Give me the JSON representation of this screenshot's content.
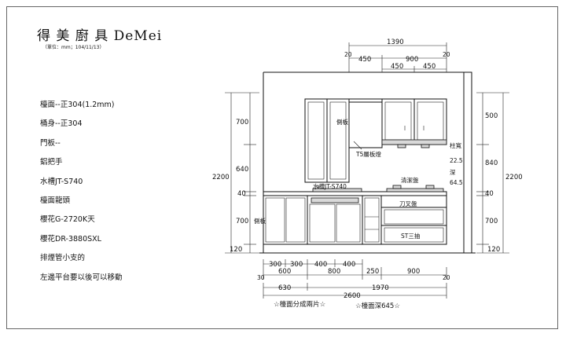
{
  "header": {
    "title": "得 美 廚 具 DeMei",
    "subtitle": "（單位：mm；104/11/13）"
  },
  "specs": [
    "檯面--正304(1.2mm)",
    "桶身--正304",
    "門板--",
    "鋁把手",
    "水槽JT-S740",
    "檯面龍頭",
    "櫻花G-2720K天",
    "櫻花DR-3880SXL",
    "排煙管小支的",
    "左邊平台要以後可以移動"
  ],
  "dims": {
    "top_total": "1390",
    "top_left_gap": "20",
    "top_right_gap": "20",
    "top_450": "450",
    "top_900": "900",
    "top_450_a": "450",
    "top_450_b": "450",
    "bottom_seq": [
      "300",
      "300",
      "400",
      "400"
    ],
    "bottom_30": "30",
    "bottom_600": "600",
    "bottom_800": "800",
    "bottom_250": "250",
    "bottom_900": "900",
    "bottom_20": "20",
    "bottom_630": "630",
    "bottom_1970": "1970",
    "bottom_2600": "2600",
    "left_700": "700",
    "left_640": "640",
    "left_2200": "2200",
    "left_40": "40",
    "left_700b": "700",
    "left_120": "120",
    "right_500": "500",
    "right_840": "840",
    "right_2200": "2200",
    "right_40": "40",
    "right_700": "700",
    "right_120": "120"
  },
  "labels": {
    "side_panel_top": "側板",
    "side_panel_bottom": "側板",
    "t5_light": "T5層板燈",
    "pillar_width_label": "柱寬",
    "pillar_width": "22.5",
    "depth_label": "深",
    "depth": "64.5",
    "sink": "水槽JT-S740",
    "stove": "清潔盤",
    "knife_tray": "刀叉盤",
    "drawer": "ST三抽"
  },
  "notes": {
    "note1": "☆檯面分成兩片☆",
    "note2": "☆檯面深645☆"
  }
}
